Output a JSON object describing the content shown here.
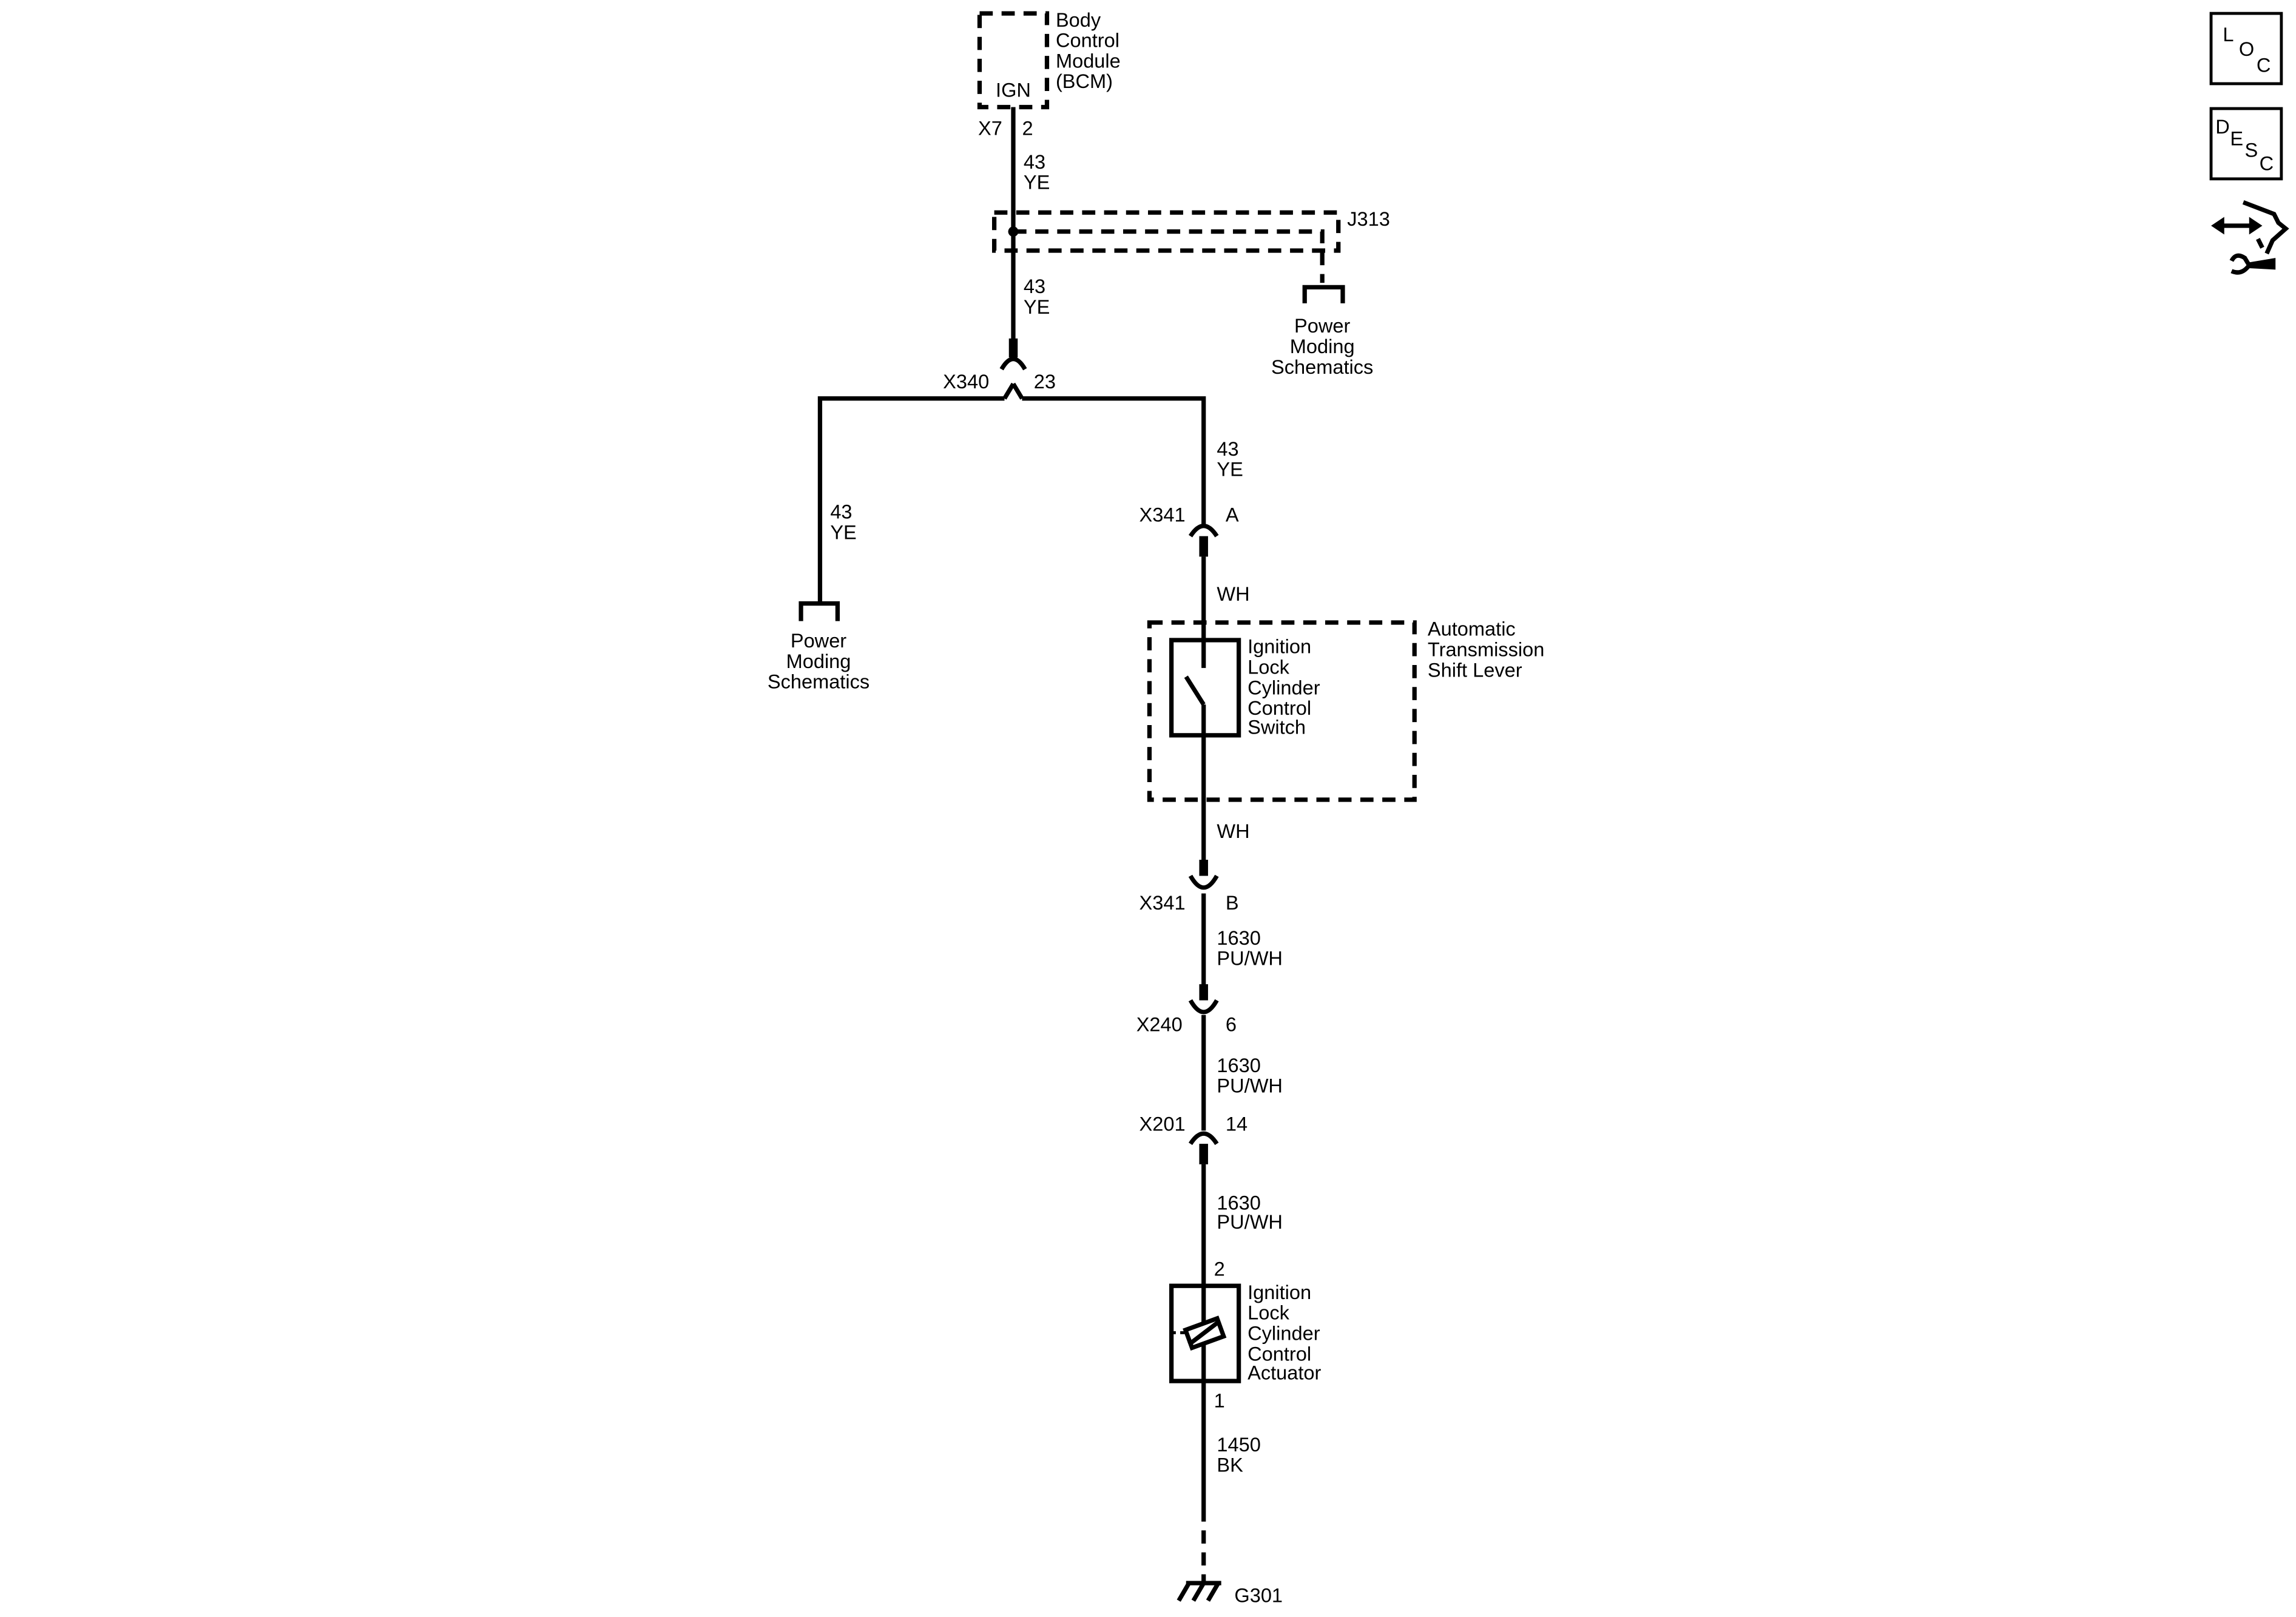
{
  "bcm": {
    "label_lines": [
      "Body",
      "Control",
      "Module",
      "(BCM)"
    ],
    "pin_label": "IGN",
    "connector": "X7",
    "pin": "2"
  },
  "wire_bcm_splice": {
    "circuit": "43",
    "color": "YE"
  },
  "splice": {
    "name": "J313"
  },
  "wire_splice_x340": {
    "circuit": "43",
    "color": "YE"
  },
  "power_moding_right": {
    "label_lines": [
      "Power",
      "Moding",
      "Schematics"
    ]
  },
  "x340": {
    "connector": "X340",
    "pin": "23"
  },
  "wire_left_branch": {
    "circuit": "43",
    "color": "YE"
  },
  "power_moding_left": {
    "label_lines": [
      "Power",
      "Moding",
      "Schematics"
    ]
  },
  "wire_x340_x341": {
    "circuit": "43",
    "color": "YE"
  },
  "x341_a": {
    "connector": "X341",
    "pin": "A"
  },
  "wire_wh_top": {
    "color": "WH"
  },
  "shift_lever": {
    "label_lines": [
      "Automatic",
      "Transmission",
      "Shift Lever"
    ]
  },
  "lock_switch": {
    "label_lines": [
      "Ignition",
      "Lock",
      "Cylinder",
      "Control",
      "Switch"
    ]
  },
  "wire_wh_bottom": {
    "color": "WH"
  },
  "x341_b": {
    "connector": "X341",
    "pin": "B"
  },
  "wire_x341_x240": {
    "circuit": "1630",
    "color": "PU/WH"
  },
  "x240": {
    "connector": "X240",
    "pin": "6"
  },
  "wire_x240_x201": {
    "circuit": "1630",
    "color": "PU/WH"
  },
  "x201": {
    "connector": "X201",
    "pin": "14"
  },
  "wire_x201_actuator": {
    "circuit": "1630",
    "color": "PU/WH"
  },
  "actuator": {
    "label_lines": [
      "Ignition",
      "Lock",
      "Cylinder",
      "Control",
      "Actuator"
    ],
    "pin_top": "2",
    "pin_bottom": "1"
  },
  "wire_ground": {
    "circuit": "1450",
    "color": "BK"
  },
  "ground": {
    "name": "G301"
  },
  "side_icons": {
    "loc": {
      "letters": [
        "L",
        "O",
        "C"
      ],
      "icon": "location-icon"
    },
    "desc": {
      "letters": [
        "D",
        "E",
        "S",
        "C"
      ],
      "icon": "description-icon"
    },
    "connector_info": {
      "icon": "connector-repair-icon"
    }
  }
}
